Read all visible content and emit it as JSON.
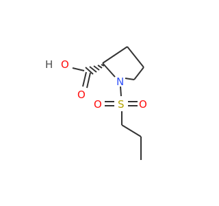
{
  "molecule": {
    "atoms": {
      "hydrogen": {
        "label": "H",
        "color": "#4d4d4d"
      },
      "hydroxyl_oxygen": {
        "label": "O",
        "color": "#ff0d0d"
      },
      "carbonyl_oxygen": {
        "label": "O",
        "color": "#ff0d0d"
      },
      "nitrogen": {
        "label": "N",
        "color": "#3050f8"
      },
      "sulfur": {
        "label": "S",
        "color": "#b2a200"
      },
      "sulfonyl_oxygen_left": {
        "label": "O",
        "color": "#ff0d0d"
      },
      "sulfonyl_oxygen_right": {
        "label": "O",
        "color": "#ff0d0d"
      }
    },
    "bond_color": "#333333"
  }
}
